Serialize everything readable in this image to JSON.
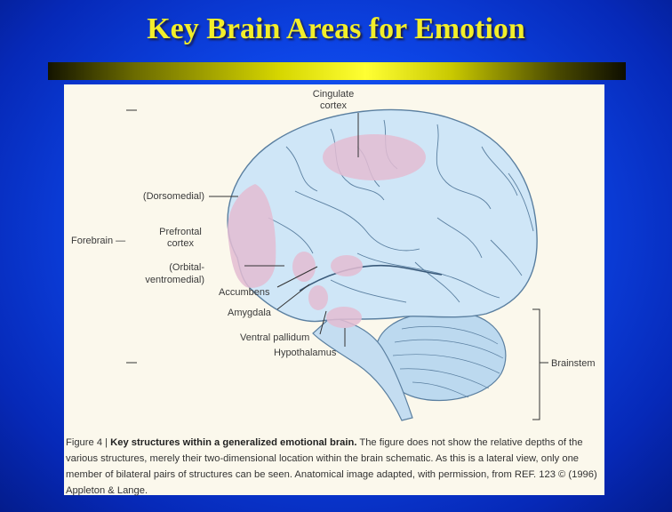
{
  "slide": {
    "title": "Key Brain Areas for Emotion"
  },
  "figure": {
    "labels": {
      "cingulate_1": "Cingulate",
      "cingulate_2": "cortex",
      "dorsomedial": "(Dorsomedial)",
      "forebrain": "Forebrain —",
      "prefrontal_1": "Prefrontal",
      "prefrontal_2": "cortex",
      "orbital_1": "(Orbital-",
      "orbital_2": "ventromedial)",
      "accumbens": "Accumbens",
      "amygdala": "Amygdala",
      "ventral_pallidum": "Ventral pallidum",
      "hypothalamus": "Hypothalamus",
      "brainstem": "Brainstem"
    },
    "caption": {
      "lead": "Figure 4 | ",
      "bold": "Key structures within a generalized emotional brain.",
      "text": " The figure does not show the relative depths of the various structures, merely their two-dimensional location within the brain schematic. As this is a lateral view, only one member of bilateral pairs of structures can be seen. Anatomical image adapted, with permission, from REF. 123 © (1996) Appleton & Lange."
    }
  },
  "colors": {
    "accent_title": "#f2ee2a",
    "background": "#0d45e6",
    "region_highlight": "#e3bcd2",
    "brain_fill": "#cfe6f7"
  }
}
